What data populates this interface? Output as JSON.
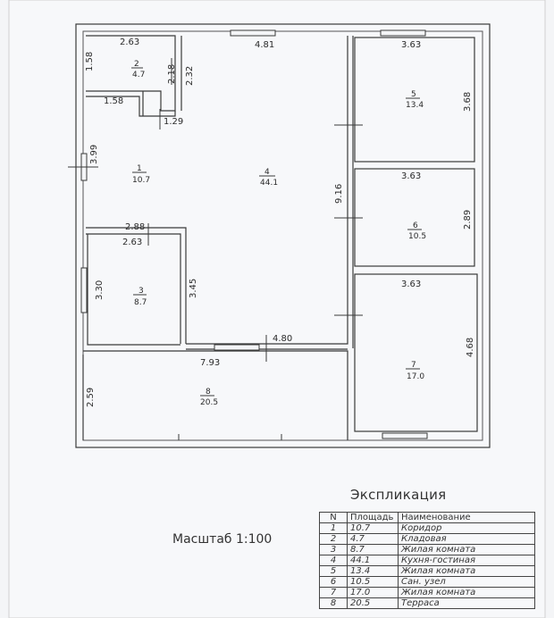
{
  "rooms": [
    {
      "num": "1",
      "area": "10.7"
    },
    {
      "num": "2",
      "area": "4.7"
    },
    {
      "num": "3",
      "area": "8.7"
    },
    {
      "num": "4",
      "area": "44.1"
    },
    {
      "num": "5",
      "area": "13.4"
    },
    {
      "num": "6",
      "area": "10.5"
    },
    {
      "num": "7",
      "area": "17.0"
    },
    {
      "num": "8",
      "area": "20.5"
    }
  ],
  "dims": {
    "d_2_top": "2.63",
    "d_2_left": "1.58",
    "d_2_right": "2.18",
    "d_2_ext": "2.32",
    "d_1_top": "1.58",
    "d_1_notch": "1.29",
    "d_1_left": "3.99",
    "d_4_top": "4.81",
    "d_4_right": "9.16",
    "d_4_bot": "4.80",
    "d_4_left": "3.45",
    "d_3_top_outer": "2.88",
    "d_3_top": "2.63",
    "d_3_left": "3.30",
    "d_5_top": "3.63",
    "d_5_right": "3.68",
    "d_6_top": "3.63",
    "d_6_right": "2.89",
    "d_7_top": "3.63",
    "d_7_right": "4.68",
    "d_8_top": "7.93",
    "d_8_left": "2.59"
  },
  "explication": {
    "title": "Экспликация",
    "headers": [
      "N",
      "Площадь",
      "Наименование"
    ],
    "rows": [
      {
        "n": "1",
        "area": "10.7",
        "name": "Коридор"
      },
      {
        "n": "2",
        "area": "4.7",
        "name": "Кладовая"
      },
      {
        "n": "3",
        "area": "8.7",
        "name": "Жилая комната"
      },
      {
        "n": "4",
        "area": "44.1",
        "name": "Кухня-гостиная"
      },
      {
        "n": "5",
        "area": "13.4",
        "name": "Жилая комната"
      },
      {
        "n": "6",
        "area": "10.5",
        "name": "Сан. узел"
      },
      {
        "n": "7",
        "area": "17.0",
        "name": "Жилая комната"
      },
      {
        "n": "8",
        "area": "20.5",
        "name": "Терраса"
      }
    ]
  },
  "scale_label": "Масштаб 1:100"
}
